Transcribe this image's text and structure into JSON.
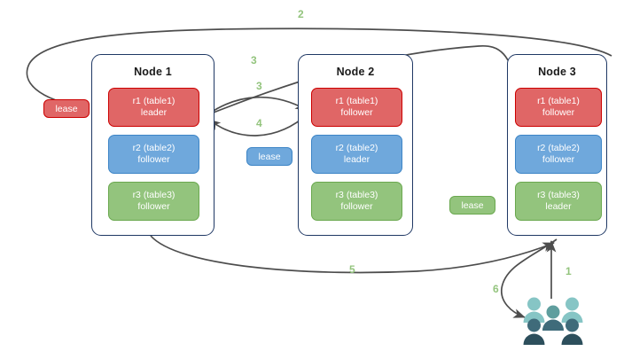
{
  "diagram": {
    "title": "Distributed lease / leader replica diagram",
    "colors": {
      "red": "#e06666",
      "red_border": "#cc0000",
      "blue": "#6fa8dc",
      "blue_border": "#3d85c6",
      "green": "#93c47d",
      "green_border": "#6aa84f",
      "node_border": "#1f3864",
      "arrow": "#4d4d4d",
      "step_label": "#93c47d",
      "people_light": "#86c5c5",
      "people_mid": "#5f9e9e",
      "people_dark": "#3f6b7a",
      "people_darkest": "#2d4f5c"
    }
  },
  "nodes": [
    {
      "title": "Node 1",
      "replicas": [
        {
          "name": "r1 (table1)",
          "role": "leader",
          "color": "red"
        },
        {
          "name": "r2 (table2)",
          "role": "follower",
          "color": "blue"
        },
        {
          "name": "r3 (table3)",
          "role": "follower",
          "color": "green"
        }
      ]
    },
    {
      "title": "Node 2",
      "replicas": [
        {
          "name": "r1 (table1)",
          "role": "follower",
          "color": "red"
        },
        {
          "name": "r2 (table2)",
          "role": "leader",
          "color": "blue"
        },
        {
          "name": "r3 (table3)",
          "role": "follower",
          "color": "green"
        }
      ]
    },
    {
      "title": "Node 3",
      "replicas": [
        {
          "name": "r1 (table1)",
          "role": "follower",
          "color": "red"
        },
        {
          "name": "r2 (table2)",
          "role": "follower",
          "color": "blue"
        },
        {
          "name": "r3 (table3)",
          "role": "leader",
          "color": "green"
        }
      ]
    }
  ],
  "leases": [
    {
      "label": "lease",
      "color": "red"
    },
    {
      "label": "lease",
      "color": "blue"
    },
    {
      "label": "lease",
      "color": "green"
    }
  ],
  "steps": [
    {
      "label": "1",
      "desc": "client request to node 3"
    },
    {
      "label": "2",
      "desc": "node 3 to node 1 lease"
    },
    {
      "label": "3",
      "desc": "node 1 r1 leader to node 3"
    },
    {
      "label": "3",
      "desc": "node 1 r1 leader to node 2 r1"
    },
    {
      "label": "4",
      "desc": "node 2 r1 back to node 1 r1"
    },
    {
      "label": "5",
      "desc": "node 1 to node 3"
    },
    {
      "label": "6",
      "desc": "node 3 response to client"
    }
  ],
  "actors": {
    "name": "clients"
  }
}
